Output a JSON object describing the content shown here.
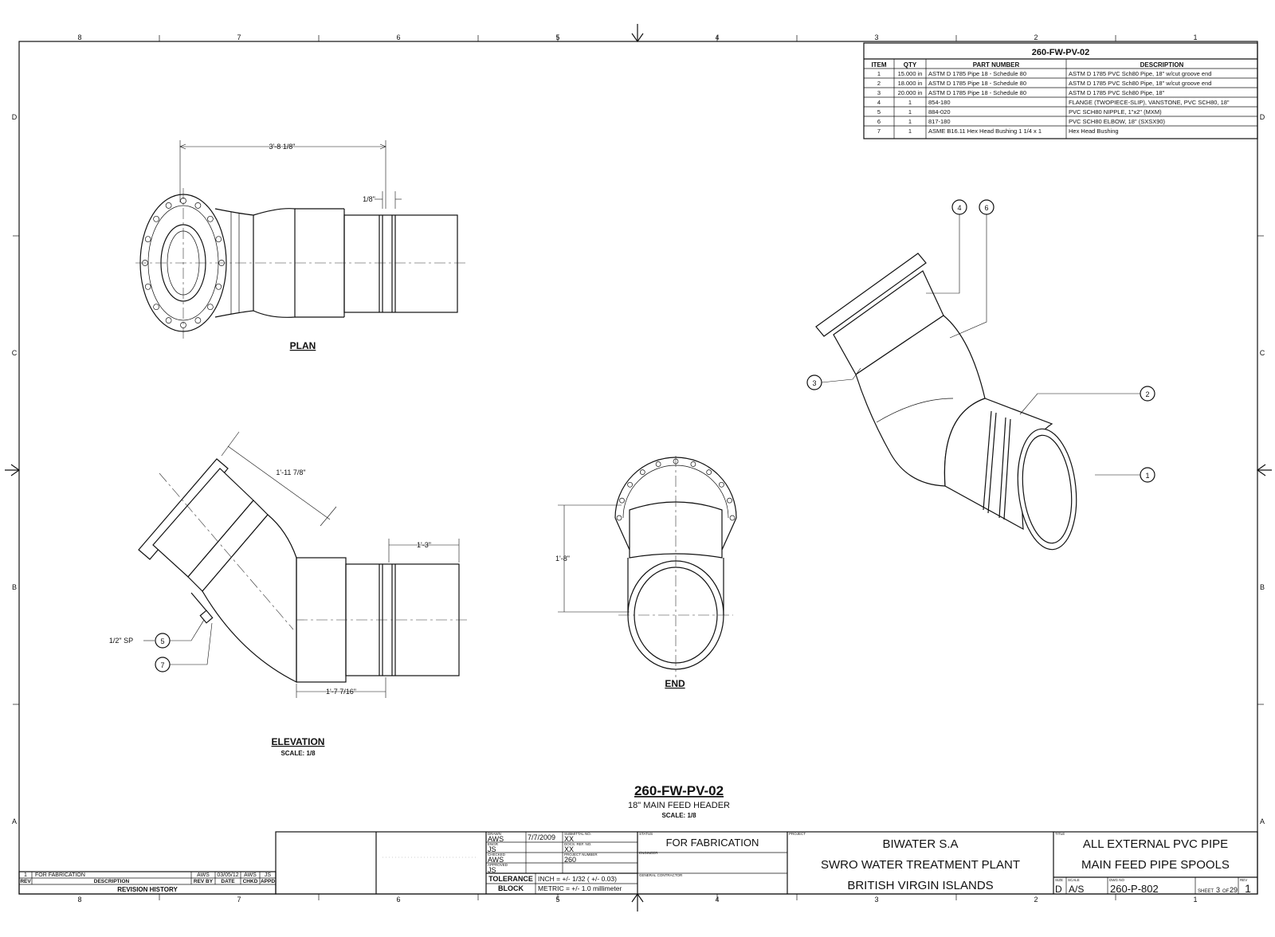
{
  "border": {
    "col_numbers_top": [
      "8",
      "7",
      "6",
      "5",
      "4",
      "3",
      "2",
      "1"
    ],
    "col_numbers_bottom": [
      "8",
      "7",
      "6",
      "5",
      "4",
      "3",
      "2",
      "1"
    ],
    "row_letters": [
      "D",
      "C",
      "B",
      "A"
    ]
  },
  "bom": {
    "title": "260-FW-PV-02",
    "headers": [
      "ITEM",
      "QTY",
      "PART NUMBER",
      "DESCRIPTION"
    ],
    "rows": [
      [
        "1",
        "15.000 in",
        "ASTM D 1785 Pipe 18 - Schedule 80",
        "ASTM D 1785 PVC Sch80 Pipe, 18\" w/cut groove end"
      ],
      [
        "2",
        "18.000 in",
        "ASTM D 1785 Pipe 18 - Schedule 80",
        "ASTM D 1785 PVC Sch80 Pipe, 18\" w/cut groove end"
      ],
      [
        "3",
        "20.000 in",
        "ASTM D 1785 Pipe 18 - Schedule 80",
        "ASTM D 1785 PVC Sch80 Pipe, 18\""
      ],
      [
        "4",
        "1",
        "854-180",
        "FLANGE (TWOPIECE-SLIP), VANSTONE, PVC SCH80, 18\""
      ],
      [
        "5",
        "1",
        "884-020",
        "PVC SCH80 NIPPLE, 1\"x2\" (MXM)"
      ],
      [
        "6",
        "1",
        "817-180",
        "PVC SCH80 ELBOW, 18\" (SXSX90)"
      ],
      [
        "7",
        "1",
        "ASME B16.11 Hex Head Bushing 1 1/4 x 1",
        "Hex Head Bushing"
      ]
    ]
  },
  "views": {
    "plan": {
      "label": "PLAN",
      "dim_overall": "3'-8 1/8\"",
      "dim_small": "1/8\""
    },
    "elevation": {
      "label": "ELEVATION",
      "scale": "SCALE: 1/8",
      "dim_diag": "1'-11 7/8\"",
      "dim_top": "1'-3\"",
      "dim_bottom": "1'-7 7/16\"",
      "callout_sp": "1/2\" SP",
      "balloon_5": "5",
      "balloon_7": "7"
    },
    "end": {
      "label": "END",
      "dim_vert": "1'-8\""
    },
    "iso": {
      "balloons": [
        "4",
        "6",
        "3",
        "2",
        "1"
      ]
    }
  },
  "drawing_title": {
    "main": "260-FW-PV-02",
    "sub": "18\" MAIN FEED HEADER",
    "scale": "SCALE: 1/8"
  },
  "revision": {
    "row": [
      "1",
      "FOR FABRICATION",
      "AWS",
      "03/05/12",
      "AWS",
      "JS"
    ],
    "headers": [
      "REV",
      "DESCRIPTION",
      "REV BY",
      "DATE",
      "CHKD",
      "APPD"
    ],
    "title": "REVISION HISTORY"
  },
  "title_block": {
    "drawn_label": "DRAWN",
    "drawn": "AWS",
    "date": "7/7/2009",
    "submittal_label": "SUBMITTAL NO.",
    "submittal": "XX",
    "engr_label": "ENGR",
    "engr": "JS",
    "docs_label": "DOCS. REF. NO.",
    "docs": "XX",
    "checked_label": "CHECKED",
    "checked": "AWS",
    "project_no_label": "PROJECT NUMBER",
    "project_no": "260",
    "approved_label": "APPROVED",
    "approved": "JS",
    "tolerance_label": "TOLERANCE",
    "block_label": "BLOCK",
    "tol_inch": "INCH = +/- 1/32 ( +/- 0.03)",
    "tol_metric": "METRIC = +/- 1.0 millimeter",
    "status_label": "STATUS",
    "status": "FOR FABRICATION",
    "engineer_label": "ENGINEER",
    "gc_label": "GENERAL CONTRACTOR",
    "project_label": "PROJECT",
    "project_lines": [
      "BIWATER S.A",
      "SWRO WATER TREATMENT PLANT",
      "BRITISH VIRGIN ISLANDS"
    ],
    "title_label": "TITLE",
    "title_lines": [
      "ALL EXTERNAL PVC PIPE",
      "MAIN FEED PIPE SPOOLS"
    ],
    "size_label": "SIZE",
    "size": "D",
    "scale_label": "SCALE",
    "scale": "A/S",
    "dwg_label": "DWG NO",
    "dwg": "260-P-802",
    "sheet_label": "SHEET",
    "sheet": "3",
    "of_label": "OF",
    "sheet_total": "29",
    "rev_label": "REV",
    "rev": "1"
  }
}
